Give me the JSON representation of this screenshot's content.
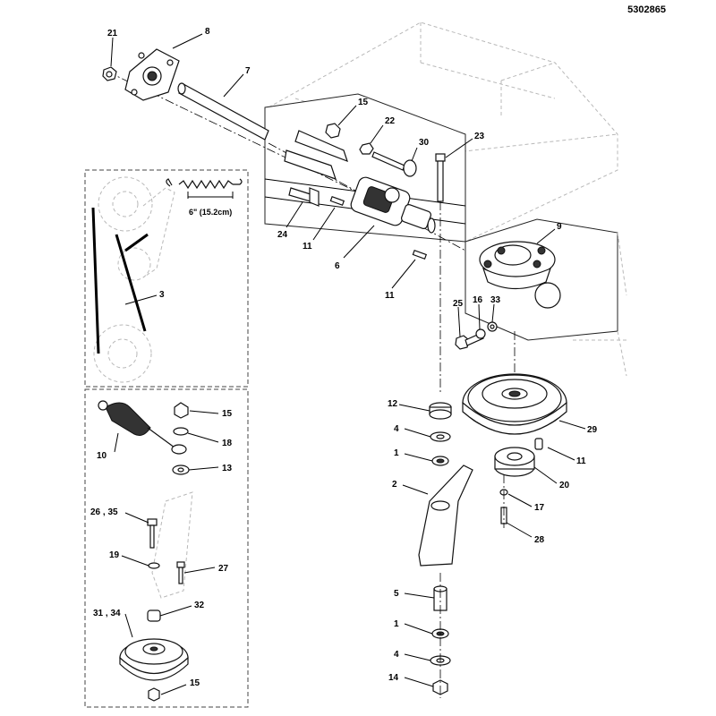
{
  "drawing_number": "5302865",
  "spring_dimension": "6\" (15.2cm)",
  "labels": [
    {
      "text": "21"
    },
    {
      "text": "8"
    },
    {
      "text": "7"
    },
    {
      "text": "15"
    },
    {
      "text": "22"
    },
    {
      "text": "30"
    },
    {
      "text": "23"
    },
    {
      "text": "9"
    },
    {
      "text": "24"
    },
    {
      "text": "11"
    },
    {
      "text": "6"
    },
    {
      "text": "11"
    },
    {
      "text": "25"
    },
    {
      "text": "16"
    },
    {
      "text": "33"
    },
    {
      "text": "3"
    },
    {
      "text": "15"
    },
    {
      "text": "18"
    },
    {
      "text": "10"
    },
    {
      "text": "13"
    },
    {
      "text": "26 , 35"
    },
    {
      "text": "19"
    },
    {
      "text": "27"
    },
    {
      "text": "31 , 34"
    },
    {
      "text": "32"
    },
    {
      "text": "15"
    },
    {
      "text": "12"
    },
    {
      "text": "4"
    },
    {
      "text": "1"
    },
    {
      "text": "2"
    },
    {
      "text": "29"
    },
    {
      "text": "11"
    },
    {
      "text": "20"
    },
    {
      "text": "17"
    },
    {
      "text": "28"
    },
    {
      "text": "5"
    },
    {
      "text": "1"
    },
    {
      "text": "4"
    },
    {
      "text": "14"
    }
  ]
}
